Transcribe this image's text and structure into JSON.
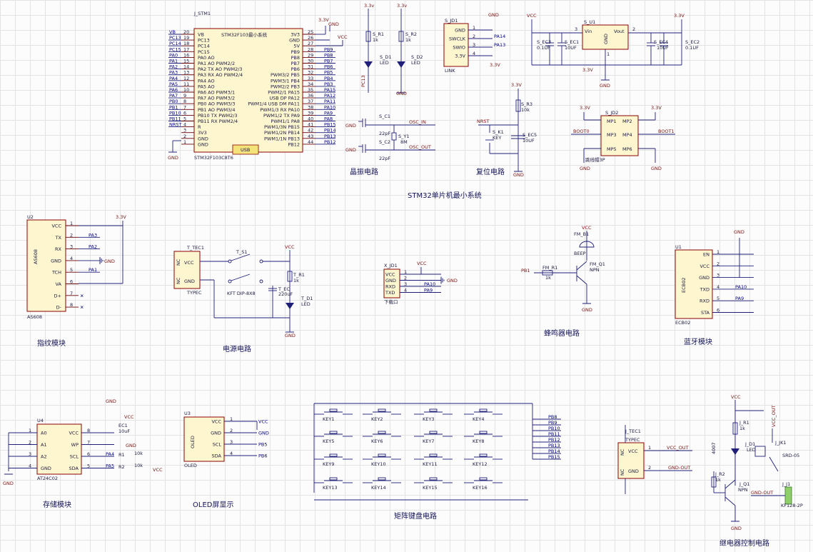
{
  "titles": {
    "stm32": "STM32单片机最小系统",
    "crystal": "晶振电路",
    "reset": "复位电路",
    "fingerprint": "指纹模块",
    "power": "电源电路",
    "buzzer": "蜂鸣器电路",
    "bluetooth": "蓝牙模块",
    "storage": "存储模块",
    "oled": "OLED屏显示",
    "keypad": "矩阵键盘电路",
    "relay": "继电器控制电路"
  },
  "mcu": {
    "ref": "J_STM1",
    "name": "STM32F103最小系统",
    "part": "STM32F103C8T6",
    "usb": "USB",
    "left": [
      {
        "net": "VB",
        "num": "20",
        "pin": "VB"
      },
      {
        "net": "PC13",
        "num": "19",
        "pin": "PC13"
      },
      {
        "net": "PC14",
        "num": "18",
        "pin": "PC14"
      },
      {
        "net": "PC15",
        "num": "17",
        "pin": "PC15"
      },
      {
        "net": "PA0",
        "num": "16",
        "pin": "PA0 AO"
      },
      {
        "net": "PA1",
        "num": "15",
        "pin": "PA1 AO PWM2/2"
      },
      {
        "net": "PA2",
        "num": "14",
        "pin": "PA2 TX AO PWM2/3"
      },
      {
        "net": "PA3",
        "num": "13",
        "pin": "PA3 RX AO PWM2/4"
      },
      {
        "net": "PA4",
        "num": "12",
        "pin": "PA4 AO"
      },
      {
        "net": "PA5",
        "num": "11",
        "pin": "PA5 AO"
      },
      {
        "net": "PA6",
        "num": "10",
        "pin": "PA6 AO PWM3/1"
      },
      {
        "net": "PA7",
        "num": "9",
        "pin": "PA7 AO PWM3/2"
      },
      {
        "net": "PB0",
        "num": "8",
        "pin": "PB0 AO PWM3/3"
      },
      {
        "net": "PB1",
        "num": "7",
        "pin": "PB1 AO PWM3/4"
      },
      {
        "net": "PB10",
        "num": "6",
        "pin": "PB10 TX PWM2/3"
      },
      {
        "net": "PB11",
        "num": "5",
        "pin": "PB11 RX PWM2/4"
      },
      {
        "net": "NRST",
        "num": "4",
        "pin": "R"
      },
      {
        "net": "",
        "num": "3",
        "pin": "3V3"
      },
      {
        "net": "",
        "num": "2",
        "pin": "GND"
      },
      {
        "net": "",
        "num": "1",
        "pin": "GND"
      }
    ],
    "right": [
      {
        "net": "3.3V",
        "num": "25",
        "pin": "3V3"
      },
      {
        "net": "",
        "num": "26",
        "pin": "GND"
      },
      {
        "net": "VCC",
        "num": "27",
        "pin": "5V"
      },
      {
        "net": "PB9",
        "num": "28",
        "pin": "PB9"
      },
      {
        "net": "PB8",
        "num": "29",
        "pin": "PB8"
      },
      {
        "net": "PB7",
        "num": "30",
        "pin": "PB7"
      },
      {
        "net": "PB6",
        "num": "31",
        "pin": "PB6"
      },
      {
        "net": "PB5",
        "num": "32",
        "pin": "PWM3/2 PB5"
      },
      {
        "net": "PB4",
        "num": "33",
        "pin": "PWM3/1 PB4"
      },
      {
        "net": "PB3",
        "num": "34",
        "pin": "PWM2/2 PB3"
      },
      {
        "net": "PA15",
        "num": "35",
        "pin": "PWM2/1 PA15"
      },
      {
        "net": "PA12",
        "num": "36",
        "pin": "USB DP PA12"
      },
      {
        "net": "PA11",
        "num": "37",
        "pin": "PWM1/4 USB DM PA11"
      },
      {
        "net": "PA10",
        "num": "38",
        "pin": "PWM1/3 RX PA10"
      },
      {
        "net": "PA9",
        "num": "39",
        "pin": "PWM1/2 TX PA9"
      },
      {
        "net": "PA8",
        "num": "40",
        "pin": "PWM1/1 PA8"
      },
      {
        "net": "PB15",
        "num": "41",
        "pin": "PWM1/3N PB15"
      },
      {
        "net": "PB14",
        "num": "42",
        "pin": "PWM1/2N PB14"
      },
      {
        "net": "PB13",
        "num": "43",
        "pin": "PWM1/1N PB13"
      },
      {
        "net": "PB12",
        "num": "44",
        "pin": "PB12"
      }
    ]
  },
  "gnd": "GND",
  "vcc": "VCC",
  "v33": "3.3V",
  "v33b": "3.3v",
  "leds": {
    "r1": "S_R1",
    "r1v": "1k",
    "r2": "S_R2",
    "r2v": "1k",
    "d1": "S_D1",
    "d1v": "LED",
    "d2": "S_D2",
    "d2v": "LED",
    "pc13": "PC13"
  },
  "link": {
    "ref": "S_JD1",
    "name": "LINK",
    "pins": [
      {
        "num": "1",
        "pin": "GND",
        "net": ""
      },
      {
        "num": "2",
        "pin": "SWCLK",
        "net": "PA14"
      },
      {
        "num": "3",
        "pin": "SWIO",
        "net": "PA13"
      },
      {
        "num": "4",
        "pin": "3.3V",
        "net": ""
      }
    ]
  },
  "reg": {
    "ref": "S_U1",
    "vin": "Vin",
    "gnd": "GND",
    "vout": "Vout",
    "p3": "3",
    "p2": "2",
    "p1": "1",
    "c3": "S_EC3",
    "c3v": "0.1UF",
    "c1": "S_EC1",
    "c1v": "10UF",
    "c4": "S_EC4",
    "c4v": "10UF",
    "c2": "S_EC2",
    "c2v": "0.1UF"
  },
  "crystal": {
    "c1": "S_C1",
    "c1v": "22pF",
    "c2": "S_C2",
    "c2v": "22pF",
    "y": "S_Y1",
    "yv": "8M",
    "in": "OSC_IN",
    "out": "OSC_OUT"
  },
  "reset": {
    "r": "S_R3",
    "rv": "10k",
    "k": "S_K1",
    "kv": "KEY",
    "c": "S_EC5",
    "cv": "10UF",
    "nrst": "NRST"
  },
  "jumper": {
    "ref": "S_JD2",
    "name": "跳线帽3P",
    "mp1": "MP1",
    "mp2": "MP2",
    "mp3": "MP3",
    "mp4": "MP4",
    "mp5": "MP5",
    "mp6": "MP6",
    "boot0": "BOOT0",
    "boot1": "BOOT1"
  },
  "fp": {
    "ref": "U2",
    "part": "AS608",
    "name": "AS608",
    "pins": [
      {
        "num": "1",
        "pin": "VCC",
        "net": ""
      },
      {
        "num": "2",
        "pin": "TX",
        "net": "PA3"
      },
      {
        "num": "3",
        "pin": "RX",
        "net": "PA2"
      },
      {
        "num": "4",
        "pin": "GND",
        "net": ""
      },
      {
        "num": "5",
        "pin": "TCH",
        "net": "PA1"
      },
      {
        "num": "6",
        "pin": "VA",
        "net": ""
      },
      {
        "num": "7",
        "pin": "D+",
        "net": ""
      },
      {
        "num": "8",
        "pin": "D-",
        "net": ""
      }
    ]
  },
  "pwr": {
    "ref": "T_TEC1",
    "part": "TYPEC",
    "vcc": "VCC",
    "gnd": "GND",
    "nc": "NC",
    "sw": "T_S1",
    "swv": "KFT DIP-8X8",
    "r": "T_R1",
    "rv": "1k",
    "c": "T_EC",
    "cv": "220uF",
    "d": "T_D1",
    "dv": "LED"
  },
  "uart": {
    "ref": "X_JD1",
    "name": "下载口",
    "pins": [
      {
        "num": "1",
        "pin": "VCC",
        "net": ""
      },
      {
        "num": "2",
        "pin": "GND",
        "net": ""
      },
      {
        "num": "3",
        "pin": "RXD",
        "net": "PA10"
      },
      {
        "num": "4",
        "pin": "TXD",
        "net": "PA9"
      }
    ]
  },
  "buzzer": {
    "bz": "FM_B1",
    "bzv": "BEEP",
    "r": "FM_R1",
    "rv": "1k",
    "q": "FM_Q1",
    "qv": "NPN",
    "pb1": "PB1"
  },
  "bt": {
    "ref": "U1",
    "part": "ECB02",
    "name": "ECB02",
    "pins": [
      {
        "num": "1",
        "pin": "EN",
        "net": ""
      },
      {
        "num": "2",
        "pin": "VCC",
        "net": ""
      },
      {
        "num": "3",
        "pin": "GND",
        "net": ""
      },
      {
        "num": "4",
        "pin": "TXD",
        "net": "PA10"
      },
      {
        "num": "5",
        "pin": "RXD",
        "net": "PA9"
      },
      {
        "num": "6",
        "pin": "STA",
        "net": ""
      }
    ]
  },
  "eeprom": {
    "ref": "U4",
    "part": "AT24C02",
    "c": "EC1",
    "cv": "10uF",
    "r1": "R1",
    "r1v": "10k",
    "r2": "R2",
    "r2v": "10k",
    "left": [
      {
        "num": "1",
        "pin": "A0"
      },
      {
        "num": "2",
        "pin": "A1"
      },
      {
        "num": "3",
        "pin": "A2"
      },
      {
        "num": "4",
        "pin": "GND"
      }
    ],
    "right": [
      {
        "num": "8",
        "pin": "VCC",
        "net": ""
      },
      {
        "num": "7",
        "pin": "WP",
        "net": ""
      },
      {
        "num": "6",
        "pin": "SCL",
        "net": "PA4"
      },
      {
        "num": "5",
        "pin": "SDA",
        "net": "PA5"
      }
    ]
  },
  "oled": {
    "ref": "U3",
    "part": "OLED",
    "name": "OLED",
    "pins": [
      {
        "num": "1",
        "pin": "VCC",
        "net": "VCC"
      },
      {
        "num": "2",
        "pin": "GND",
        "net": "GND"
      },
      {
        "num": "3",
        "pin": "SCL",
        "net": "PB5"
      },
      {
        "num": "4",
        "pin": "SDA",
        "net": "PB6"
      }
    ]
  },
  "keys": [
    "KEY1",
    "KEY2",
    "KEY3",
    "KEY4",
    "KEY5",
    "KEY6",
    "KEY7",
    "KEY8",
    "KEY9",
    "KEY10",
    "KEY11",
    "KEY12",
    "KEY13",
    "KEY14",
    "KEY15",
    "KEY16"
  ],
  "keynets": [
    "PB8",
    "PB9",
    "PB10",
    "PB11",
    "PB12",
    "PB13",
    "PB14",
    "PB15"
  ],
  "relay": {
    "tec": "J_TEC1",
    "tecv": "TYPEC",
    "vccout": "VCC_OUT",
    "gndout": "GND-OUT",
    "vcc": "VCC",
    "nc": "NC",
    "r1": "J_R1",
    "r1v": "1k",
    "d1": "J_D1",
    "d1v": "LED",
    "q": "J_Q1",
    "qv": "NPN",
    "r2": "J_R2",
    "r2v": "1k",
    "k": "J_JK1",
    "kv": "SRD-05",
    "j": "J_J1",
    "jv": "KF128-2P",
    "d2v": "4007",
    "gndout2": "GND-OUT",
    "vccout2": "VCC_OUT"
  }
}
